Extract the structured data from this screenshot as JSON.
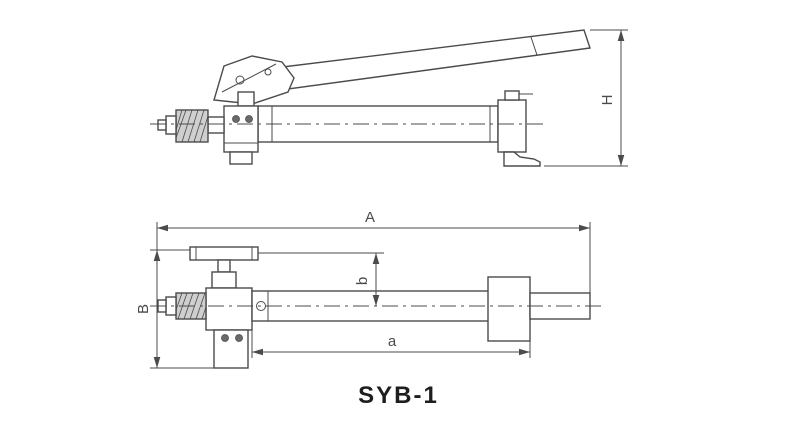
{
  "colors": {
    "line": "#4b4b4b",
    "background": "#ffffff",
    "title_text": "#1e1e1e"
  },
  "title": "SYB-1",
  "labels": {
    "overall_length": "A",
    "overall_width": "B",
    "cylinder_length": "a",
    "handle_offset": "b",
    "overall_height": "H"
  }
}
